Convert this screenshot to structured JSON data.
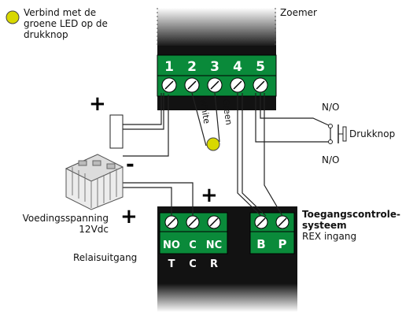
{
  "legend": {
    "text": [
      "Verbind met de",
      "groene LED op de",
      "drukknop"
    ],
    "led_color": "#d8d800"
  },
  "buzzer_label": "Zoemer",
  "terminal_block_top": {
    "numbers": [
      "1",
      "2",
      "3",
      "4",
      "5"
    ],
    "wire_labels": [
      "White",
      "Green"
    ]
  },
  "relay_block": {
    "terminals": [
      "NO",
      "C",
      "NC"
    ],
    "letters": [
      "T",
      "C",
      "R"
    ],
    "label": "Relaisuitgang"
  },
  "access_block": {
    "terminals": [
      "B",
      "P"
    ],
    "title": [
      "Toegangscontrole-",
      "systeem"
    ],
    "subtitle": "REX ingang"
  },
  "pushbutton": {
    "label": "Drukknop",
    "contact_top": "N/O",
    "contact_bottom": "N/O"
  },
  "power": {
    "label": [
      "Voedingsspanning",
      "12Vdc"
    ],
    "plus_top": "+",
    "minus": "-",
    "plus_right": "+",
    "plus_left": "+"
  },
  "colors": {
    "terminal_green": "#0a8a3a",
    "body_dark": "#121212",
    "wire": "#222222",
    "led": "#d8d800"
  }
}
